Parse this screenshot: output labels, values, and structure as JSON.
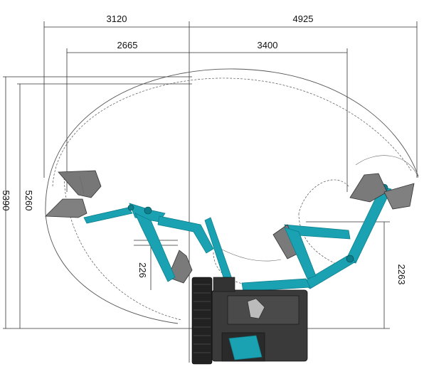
{
  "dimensions": {
    "top_left": "3120",
    "top_right": "4925",
    "second_left": "2665",
    "second_right": "3400",
    "left_outer": "5390",
    "left_inner": "5260",
    "small_vertical": "226",
    "right_vertical": "2263"
  },
  "colors": {
    "boom": "#1aa2b3",
    "boom_dark": "#0d7f8c",
    "bucket": "#777777",
    "machine": "#3a3a3a",
    "track": "#222222"
  }
}
